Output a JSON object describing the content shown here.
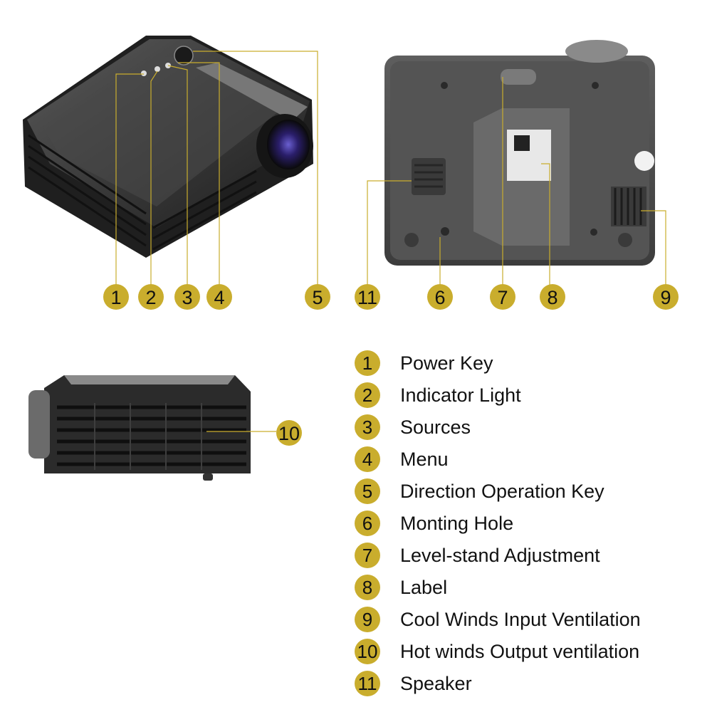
{
  "colors": {
    "badge": "#c9ad2d",
    "leader_line": "#c9ad2d",
    "text": "#111111",
    "device_body": "#2b2b2b",
    "device_bottom": "#4a4a4a"
  },
  "images": [
    {
      "name": "projector-top-view",
      "icon": "projector-top-icon"
    },
    {
      "name": "projector-bottom-view",
      "icon": "projector-bottom-icon"
    },
    {
      "name": "projector-side-view",
      "icon": "projector-side-icon"
    }
  ],
  "callouts": {
    "c1": "1",
    "c2": "2",
    "c3": "3",
    "c4": "4",
    "c5": "5",
    "c6": "6",
    "c7": "7",
    "c8": "8",
    "c9": "9",
    "c10": "10",
    "c11": "11"
  },
  "legend": [
    {
      "number": "1",
      "label": "Power  Key"
    },
    {
      "number": "2",
      "label": "Indicator Light"
    },
    {
      "number": "3",
      "label": "Sources"
    },
    {
      "number": "4",
      "label": "Menu"
    },
    {
      "number": "5",
      "label": "Direction Operation Key"
    },
    {
      "number": "6",
      "label": "Monting Hole"
    },
    {
      "number": "7",
      "label": "Level-stand Adjustment"
    },
    {
      "number": "8",
      "label": "Label"
    },
    {
      "number": "9",
      "label": "Cool Winds Input Ventilation"
    },
    {
      "number": "10",
      "label": "Hot winds Output ventilation"
    },
    {
      "number": "11",
      "label": "Speaker"
    }
  ]
}
